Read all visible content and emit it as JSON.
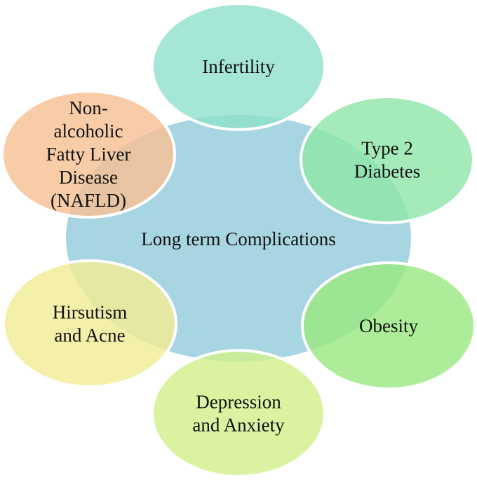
{
  "center": {
    "label": "Long term Complications",
    "color": "#a8d5e2"
  },
  "nodes": [
    {
      "id": "infertility",
      "lines": [
        "Infertility"
      ],
      "color": "#8fe0cc"
    },
    {
      "id": "type-2-diabetes",
      "lines": [
        "Type 2",
        "Diabetes"
      ],
      "color": "#8ee6a8"
    },
    {
      "id": "obesity",
      "lines": [
        "Obesity"
      ],
      "color": "#98e880"
    },
    {
      "id": "depression-anxiety",
      "lines": [
        "Depression",
        "and Anxiety"
      ],
      "color": "#d2f08a"
    },
    {
      "id": "hirsutism-acne",
      "lines": [
        "Hirsutism",
        "and Acne"
      ],
      "color": "#f2ec94"
    },
    {
      "id": "nafld",
      "lines": [
        "Non-",
        "alcoholic",
        "Fatty Liver",
        "Disease",
        "(NAFLD)"
      ],
      "color": "#f8bf92"
    }
  ]
}
